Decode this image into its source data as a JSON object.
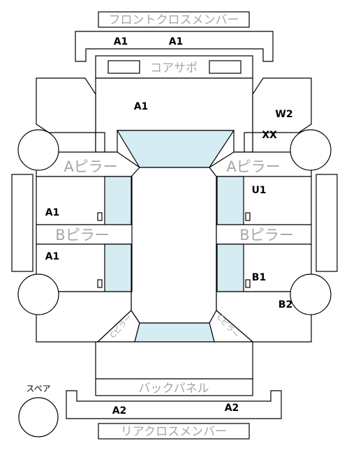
{
  "parts": {
    "front_cross_member": "フロントクロスメンバー",
    "core_support": "コアサポ",
    "a_pillar_left": "Aピラー",
    "a_pillar_right": "Aピラー",
    "b_pillar_left": "Bピラー",
    "b_pillar_right": "Bピラー",
    "c_pillar_left": "Cピラー",
    "c_pillar_right": "Cピラー",
    "back_panel": "バックパネル",
    "rear_cross_member": "リアクロスメンバー",
    "spare": "スペア"
  },
  "codes": {
    "front_member_left": "A1",
    "front_member_right": "A1",
    "hood": "A1",
    "fender_right_top": "W2",
    "fender_right_bottom": "XX",
    "front_door_left": "A1",
    "front_door_right": "U1",
    "rear_door_left": "A1",
    "rear_door_right": "B1",
    "quarter_right": "B2",
    "rear_member_left": "A2",
    "rear_member_right": "A2"
  }
}
